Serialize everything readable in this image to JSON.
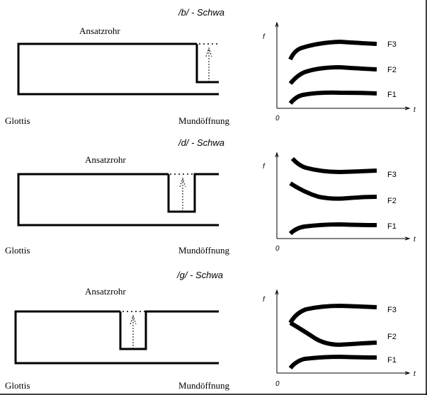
{
  "panels": [
    {
      "title": "/b/ - Schwa",
      "tube_label": "Ansatzrohr",
      "left_label": "Glottis",
      "right_label": "Mundöffnung",
      "axis": {
        "y": "f",
        "x": "t",
        "origin": "0"
      },
      "formants": [
        "F3",
        "F2",
        "F1"
      ]
    },
    {
      "title": "/d/ - Schwa",
      "tube_label": "Ansatzrohr",
      "left_label": "Glottis",
      "right_label": "Mundöffnung",
      "axis": {
        "y": "f",
        "x": "t",
        "origin": "0"
      },
      "formants": [
        "F3",
        "F2",
        "F1"
      ]
    },
    {
      "title": "/g/ - Schwa",
      "tube_label": "Ansatzrohr",
      "left_label": "Glottis",
      "right_label": "Mundöffnung",
      "axis": {
        "y": "f",
        "x": "t",
        "origin": "0"
      },
      "formants": [
        "F3",
        "F2",
        "F1"
      ]
    }
  ]
}
